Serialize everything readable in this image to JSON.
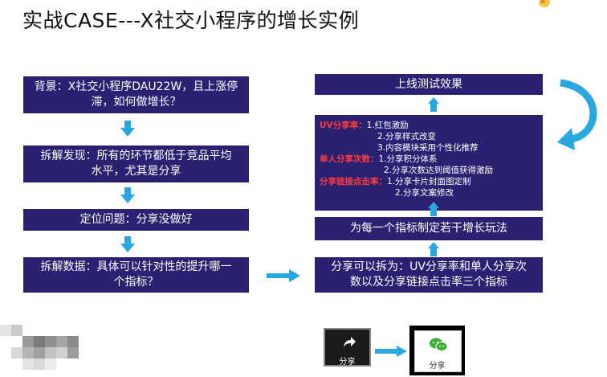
{
  "title": "实战CASE---X社交小程序的增长实例",
  "left_flow": {
    "background": [
      "背景：X社交小程序DAU22W，且上涨停",
      "滞，如何做增长？"
    ],
    "discovery": [
      "拆解发现：所有的环节都低于竞品平均",
      "水平，尤其是分享"
    ],
    "locate": "定位问题：分享没做好",
    "breakdown": [
      "拆解数据：具体可以针对性的提升哪一",
      "个指标？"
    ]
  },
  "right_flow": {
    "online": "上线测试效果",
    "metrics": {
      "uv_label": "UV分享率：",
      "uv_items": [
        "1.红包激励",
        "2.分享样式改变",
        "3.内容模块采用个性化推荐"
      ],
      "single_label": "单人分享次数：",
      "single_items": [
        "1.分享积分体系",
        "2.分享次数达到阈值获得激励"
      ],
      "click_label": "分享链接点击率：",
      "click_items": [
        "1.分享卡片封面图定制",
        "2.分享文案修改"
      ]
    },
    "plan": "为每一个指标制定若干增长玩法",
    "split": [
      "分享可以拆为：UV分享率和单人分享次",
      "数以及分享链接点击率三个指标"
    ]
  },
  "share_icons": {
    "left_label": "分享",
    "right_label": "分享",
    "left_icon": "share-forward-icon",
    "right_icon": "wechat-icon"
  },
  "colors": {
    "box": "#2b2173",
    "arrow": "#29a8e0",
    "highlight": "#ff3b3b"
  }
}
